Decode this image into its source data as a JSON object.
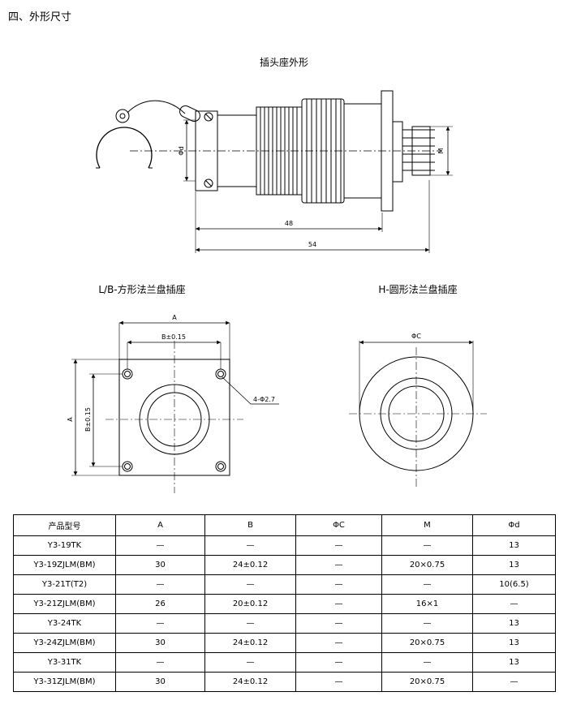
{
  "section_title": "四、外形尺寸",
  "top_view": {
    "title": "插头座外形",
    "dim_d": "Φd",
    "dim_m": "M",
    "dim_48": "48",
    "dim_54": "54"
  },
  "square_view": {
    "title": "L/B-方形法兰盘插座",
    "dim_a_top": "A",
    "dim_b_top": "B±0.15",
    "dim_a_side": "A",
    "dim_b_side": "B±0.15",
    "hole_note": "4-Φ2.7"
  },
  "round_view": {
    "title": "H-圆形法兰盘插座",
    "dim_c": "ΦC"
  },
  "table": {
    "headers": [
      "产品型号",
      "A",
      "B",
      "ΦC",
      "M",
      "Φd"
    ],
    "rows": [
      [
        "Y3-19TK",
        "—",
        "—",
        "—",
        "—",
        "13"
      ],
      [
        "Y3-19ZJLM(BM)",
        "30",
        "24±0.12",
        "—",
        "20×0.75",
        "13"
      ],
      [
        "Y3-21T(T2)",
        "—",
        "—",
        "—",
        "—",
        "10(6.5)"
      ],
      [
        "Y3-21ZJLM(BM)",
        "26",
        "20±0.12",
        "—",
        "16×1",
        "—"
      ],
      [
        "Y3-24TK",
        "—",
        "—",
        "—",
        "—",
        "13"
      ],
      [
        "Y3-24ZJLM(BM)",
        "30",
        "24±0.12",
        "—",
        "20×0.75",
        "13"
      ],
      [
        "Y3-31TK",
        "—",
        "—",
        "—",
        "—",
        "13"
      ],
      [
        "Y3-31ZJLM(BM)",
        "30",
        "24±0.12",
        "—",
        "20×0.75",
        "—"
      ]
    ]
  }
}
